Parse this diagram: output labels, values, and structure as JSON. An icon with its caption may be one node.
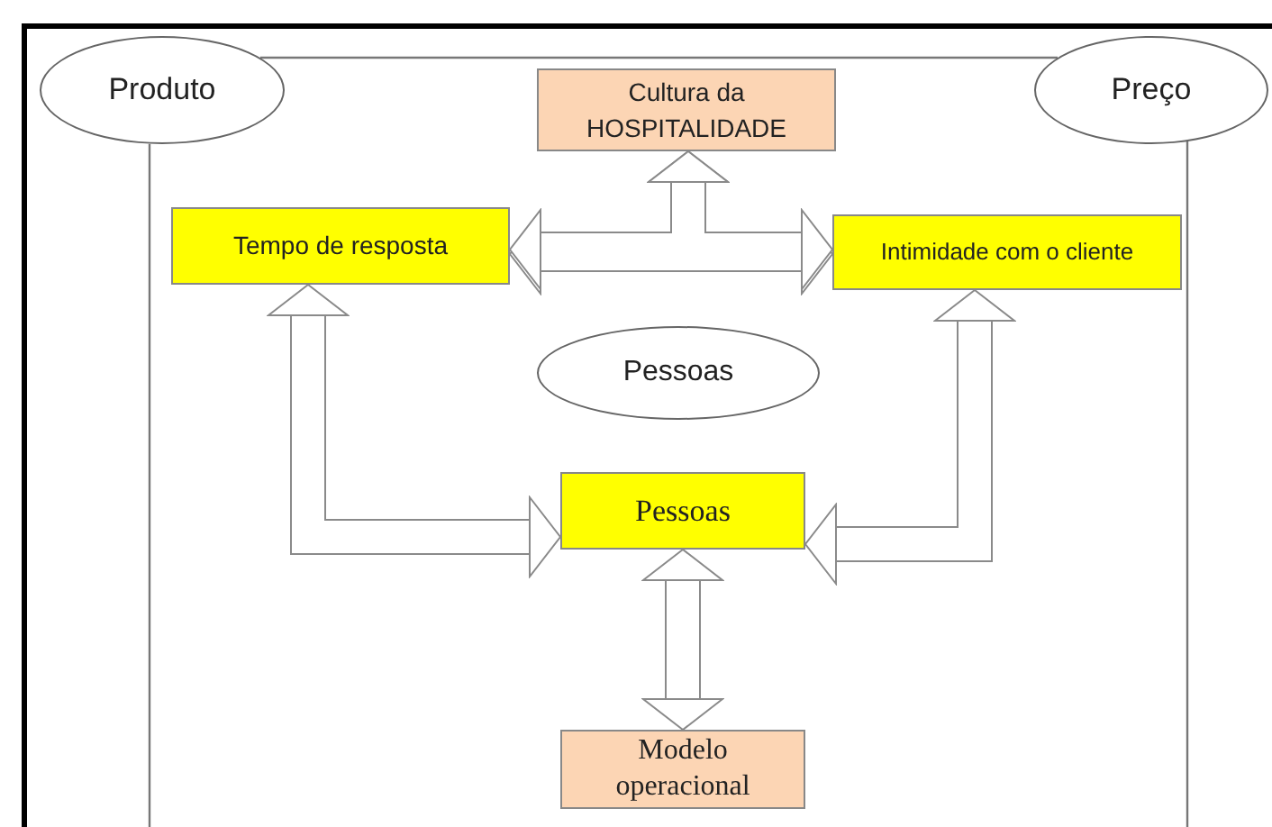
{
  "diagram": {
    "nodes": [
      {
        "text": [
          "Produto"
        ]
      },
      {
        "text": [
          "Cultura da HOSPITALIDADE"
        ]
      },
      {
        "text": [
          "Preço"
        ]
      },
      {
        "text": [
          "Tempo de resposta"
        ]
      },
      {
        "text": [
          "Intimidade com o cliente"
        ]
      },
      {
        "text": [
          "Pessoas"
        ]
      },
      {
        "text": [
          "Pessoas"
        ]
      },
      {
        "text": [
          "Modelo operacional"
        ]
      }
    ],
    "edges": [
      {
        "from": 3,
        "to": 4,
        "arrow": "both"
      },
      {
        "from": 3,
        "to": 1,
        "arrow": "both"
      },
      {
        "from": 4,
        "to": 1,
        "arrow": "both"
      },
      {
        "from": 0,
        "to": 2,
        "arrow": "none"
      },
      {
        "from": 0,
        "to": null,
        "arrow": "none"
      },
      {
        "from": 2,
        "to": null,
        "arrow": "none"
      },
      {
        "from": 3,
        "to": 6,
        "arrow": "both"
      },
      {
        "from": 4,
        "to": 6,
        "arrow": "both"
      },
      {
        "from": 6,
        "to": 7,
        "arrow": "both"
      }
    ]
  }
}
